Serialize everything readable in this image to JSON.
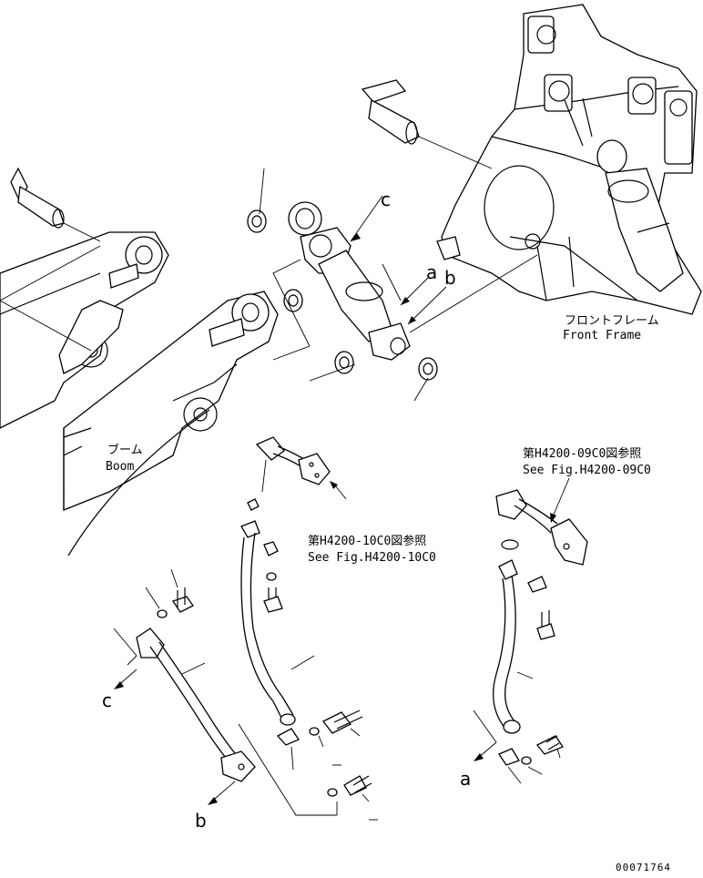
{
  "labels": {
    "front_frame_jp": "フロントフレーム",
    "front_frame_en": "Front Frame",
    "boom_jp": "ブーム",
    "boom_en": "Boom",
    "ref_h4200_10c0_jp": "第H4200-10C0図参照",
    "ref_h4200_10c0_en": "See Fig.H4200-10C0",
    "ref_h4200_09c0_jp": "第H4200-09C0図参照",
    "ref_h4200_09c0_en": "See Fig.H4200-09C0"
  },
  "callouts": {
    "a_top": "a",
    "b_top": "b",
    "c_top": "c",
    "c_bottom": "c",
    "b_bottom": "b",
    "a_bottom": "a"
  },
  "drawing_number": "00071764"
}
